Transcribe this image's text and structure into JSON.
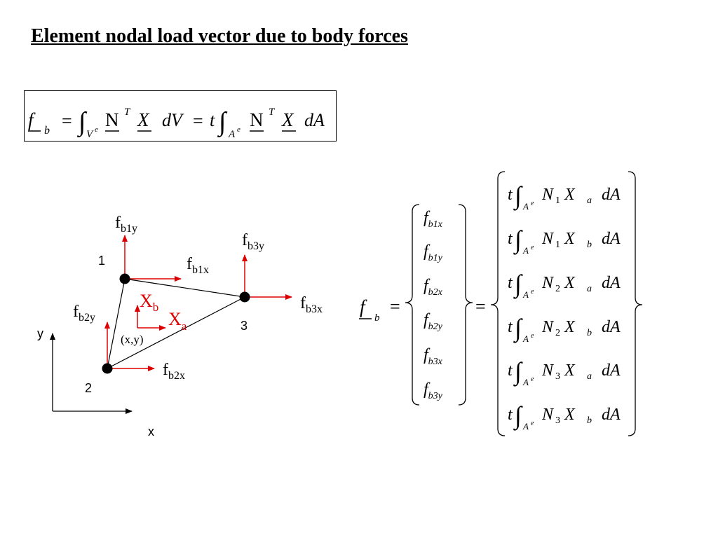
{
  "title": "Element nodal load vector due to body forces",
  "equation": {
    "f": "f",
    "b": "b",
    "eq": "=",
    "integral": "∫",
    "V": "V",
    "A": "A",
    "e": "e",
    "N": "N",
    "T": "T",
    "X": "X",
    "dV": "dV",
    "dA": "dA",
    "t": "t"
  },
  "diagram": {
    "node_labels": [
      "1",
      "2",
      "3"
    ],
    "force_f": "f",
    "force_subscripts": {
      "b1y": "b1y",
      "b1x": "b1x",
      "b2y": "b2y",
      "b2x": "b2x",
      "b3y": "b3y",
      "b3x": "b3x"
    },
    "Xb": {
      "main": "X",
      "sub": "b"
    },
    "Xa": {
      "main": "X",
      "sub": "a"
    },
    "point_label": "(x,y)",
    "axis_x": "x",
    "axis_y": "y",
    "colors": {
      "force_arrow": "#dd0000",
      "body_force": "#dd0000",
      "edge": "#000000"
    }
  },
  "matrix": {
    "lhs_f": "f",
    "lhs_b": "b",
    "eq": "=",
    "vector": [
      {
        "f": "f",
        "sub": "b1",
        "dir": "x"
      },
      {
        "f": "f",
        "sub": "b1",
        "dir": "y"
      },
      {
        "f": "f",
        "sub": "b2",
        "dir": "x"
      },
      {
        "f": "f",
        "sub": "b2",
        "dir": "y"
      },
      {
        "f": "f",
        "sub": "b3",
        "dir": "x"
      },
      {
        "f": "f",
        "sub": "b3",
        "dir": "y"
      }
    ],
    "rhs": [
      {
        "t": "t",
        "int": "∫",
        "A": "A",
        "e": "e",
        "N": "N",
        "n": "1",
        "X": "X",
        "d": "a",
        "dA": "dA"
      },
      {
        "t": "t",
        "int": "∫",
        "A": "A",
        "e": "e",
        "N": "N",
        "n": "1",
        "X": "X",
        "d": "b",
        "dA": "dA"
      },
      {
        "t": "t",
        "int": "∫",
        "A": "A",
        "e": "e",
        "N": "N",
        "n": "2",
        "X": "X",
        "d": "a",
        "dA": "dA"
      },
      {
        "t": "t",
        "int": "∫",
        "A": "A",
        "e": "e",
        "N": "N",
        "n": "2",
        "X": "X",
        "d": "b",
        "dA": "dA"
      },
      {
        "t": "t",
        "int": "∫",
        "A": "A",
        "e": "e",
        "N": "N",
        "n": "3",
        "X": "X",
        "d": "a",
        "dA": "dA"
      },
      {
        "t": "t",
        "int": "∫",
        "A": "A",
        "e": "e",
        "N": "N",
        "n": "3",
        "X": "X",
        "d": "b",
        "dA": "dA"
      }
    ]
  }
}
